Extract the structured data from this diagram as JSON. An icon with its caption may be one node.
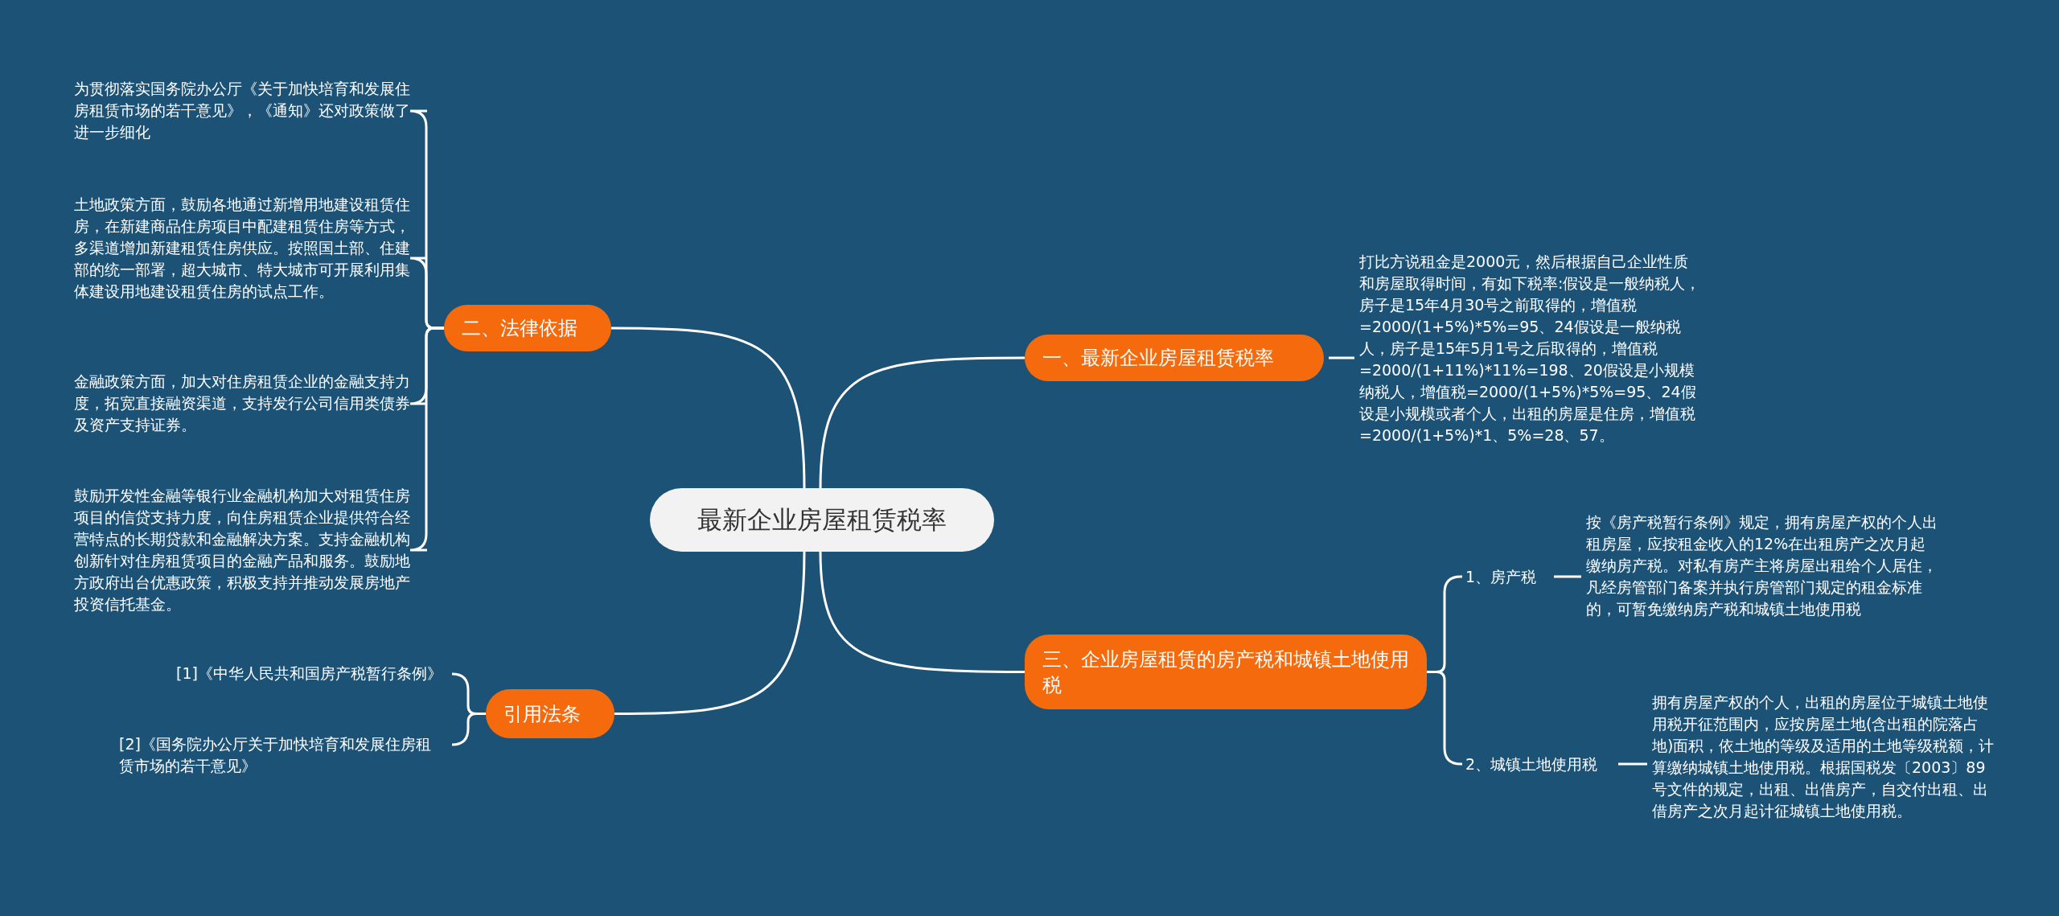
{
  "diagram": {
    "nodes": [
      {
        "text": [
          "最新企业房屋租赁税率"
        ]
      },
      {
        "text": [
          "一、最新企业房屋租赁税率"
        ]
      },
      {
        "text": [
          "打比方说租金是2000元，然后根据自己企业性质和房屋取得时间，有如下税率:假设是一般纳税人，房子是15年4月30号之前取得的，增值税=2000/(1+5%)*5%=95、24假设是一般纳税人，房子是15年5月1号之后取得的，增值税=2000/(1+11%)*11%=198、20假设是小规模纳税人，增值税=2000/(1+5%)*5%=95、24假设是小规模或者个人，出租的房屋是住房，增值税=2000/(1+5%)*1、5%=28、57。"
        ]
      },
      {
        "text": [
          "三、企业房屋租赁的房产税和城镇土地使用税"
        ]
      },
      {
        "text": [
          "1、房产税"
        ]
      },
      {
        "text": [
          "按《房产税暂行条例》规定，拥有房屋产权的个人出租房屋，应按租金收入的12%在出租房产之次月起缴纳房产税。对私有房产主将房屋出租给个人居住，凡经房管部门备案并执行房管部门规定的租金标准的，可暂免缴纳房产税和城镇土地使用税"
        ]
      },
      {
        "text": [
          "2、城镇土地使用税"
        ]
      },
      {
        "text": [
          "拥有房屋产权的个人，出租的房屋位于城镇土地使用税开征范围内，应按房屋土地(含出租的院落占地)面积，依土地的等级及适用的土地等级税额，计算缴纳城镇土地使用税。根据国税发〔2003〕89号文件的规定，出租、出借房产，自交付出租、出借房产之次月起计征城镇土地使用税。"
        ]
      },
      {
        "text": [
          "二、法律依据"
        ]
      },
      {
        "text": [
          "为贯彻落实国务院办公厅《关于加快培育和发展住房租赁市场的若干意见》，《通知》还对政策做了进一步细化"
        ]
      },
      {
        "text": [
          "土地政策方面，鼓励各地通过新增用地建设租赁住房，在新建商品住房项目中配建租赁住房等方式，多渠道增加新建租赁住房供应。按照国土部、住建部的统一部署，超大城市、特大城市可开展利用集体建设用地建设租赁住房的试点工作。"
        ]
      },
      {
        "text": [
          "金融政策方面，加大对住房租赁企业的金融支持力度，拓宽直接融资渠道，支持发行公司信用类债券及资产支持证券。"
        ]
      },
      {
        "text": [
          "鼓励开发性金融等银行业金融机构加大对租赁住房项目的信贷支持力度，向住房租赁企业提供符合经营特点的长期贷款和金融解决方案。支持金融机构创新针对住房租赁项目的金融产品和服务。鼓励地方政府出台优惠政策，积极支持并推动发展房地产投资信托基金。"
        ]
      },
      {
        "text": [
          "引用法条"
        ]
      },
      {
        "text": [
          "[1]《中华人民共和国房产税暂行条例》"
        ]
      },
      {
        "text": [
          "[2]《国务院办公厅关于加快培育和发展住房租赁市场的若干意见》"
        ]
      }
    ],
    "edges": [
      {
        "from": 0,
        "to": 1,
        "arrow": "none"
      },
      {
        "from": 1,
        "to": 2,
        "arrow": "none"
      },
      {
        "from": 0,
        "to": 3,
        "arrow": "none"
      },
      {
        "from": 3,
        "to": 4,
        "arrow": "none"
      },
      {
        "from": 4,
        "to": 5,
        "arrow": "none"
      },
      {
        "from": 3,
        "to": 6,
        "arrow": "none"
      },
      {
        "from": 6,
        "to": 7,
        "arrow": "none"
      },
      {
        "from": 0,
        "to": 8,
        "arrow": "none"
      },
      {
        "from": 8,
        "to": 9,
        "arrow": "none"
      },
      {
        "from": 8,
        "to": 10,
        "arrow": "none"
      },
      {
        "from": 8,
        "to": 11,
        "arrow": "none"
      },
      {
        "from": 8,
        "to": 12,
        "arrow": "none"
      },
      {
        "from": 0,
        "to": 13,
        "arrow": "none"
      },
      {
        "from": 13,
        "to": 14,
        "arrow": "none"
      },
      {
        "from": 13,
        "to": 15,
        "arrow": "none"
      }
    ]
  }
}
